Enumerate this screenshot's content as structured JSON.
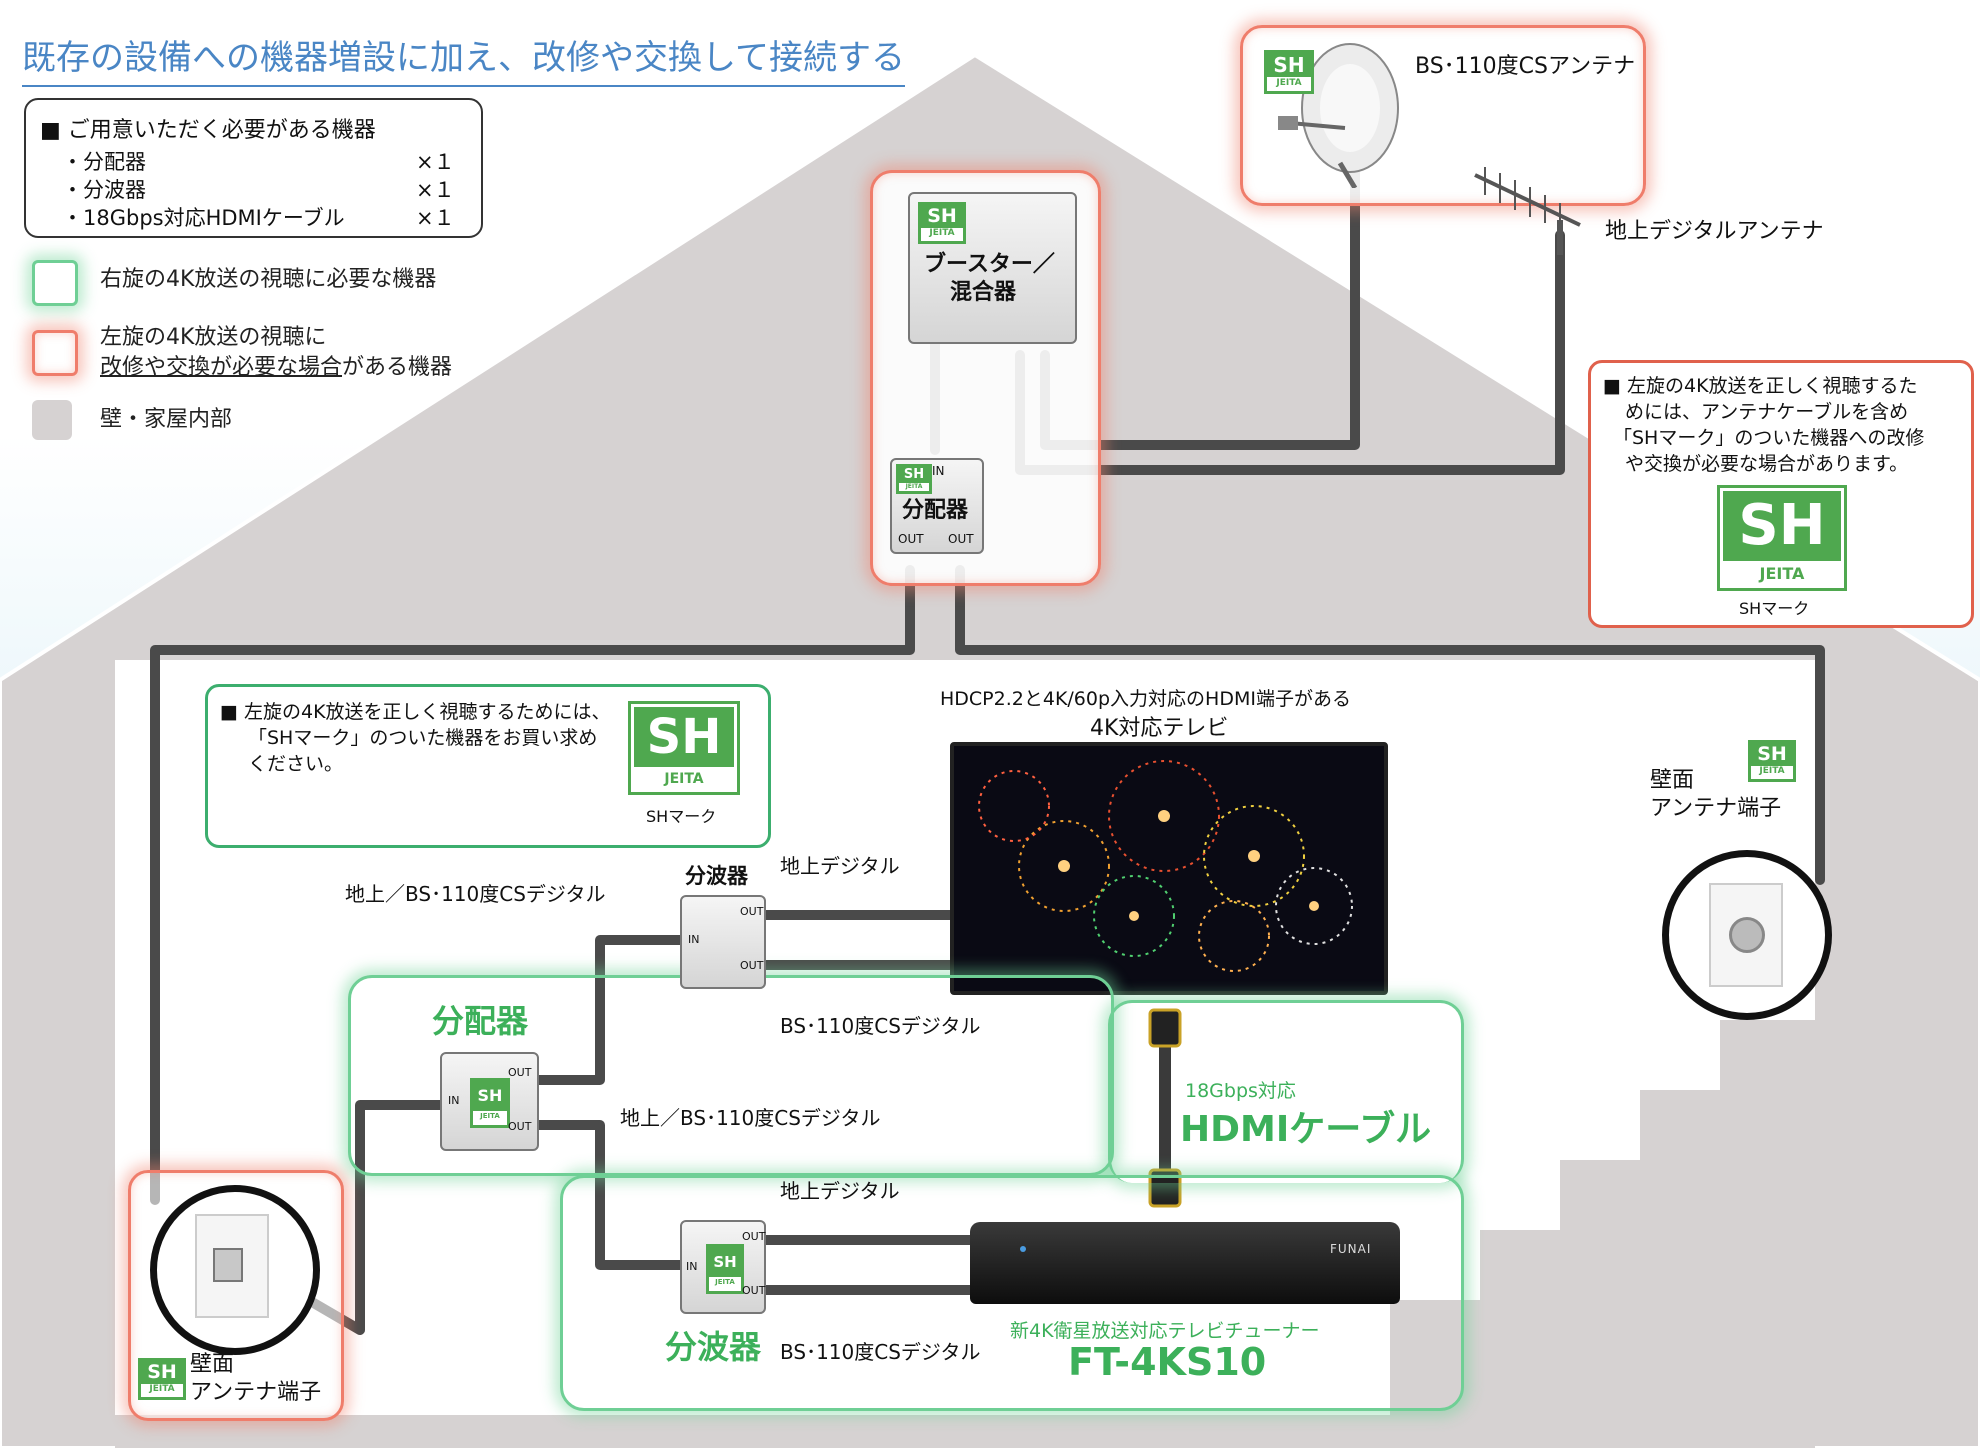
{
  "title": "既存の設備への機器増設に加え、改修や交換して接続する",
  "required": {
    "heading": "■ ご用意いただく必要がある機器",
    "items": [
      {
        "name": "・分配器",
        "qty": "×１"
      },
      {
        "name": "・分波器",
        "qty": "×１"
      },
      {
        "name": "・18Gbps対応HDMIケーブル",
        "qty": "×１"
      }
    ]
  },
  "legend": {
    "green": "右旋の4K放送の視聴に必要な機器",
    "red_line1": "左旋の4K放送の視聴に",
    "red_line2_u": "改修や交換が必要な場合",
    "red_line2_rest": "がある機器",
    "gray": "壁・家屋内部"
  },
  "antenna": {
    "bs": "BS･110度CSアンテナ",
    "terrestrial": "地上デジタルアンテナ"
  },
  "booster": {
    "label1": "ブースター／",
    "label2": "混合器"
  },
  "attic_splitter": {
    "label": "分配器",
    "in": "IN",
    "out1": "OUT",
    "out2": "OUT"
  },
  "sh_note_right": {
    "text": [
      "■ 左旋の4K放送を正しく視聴するた",
      "めには、アンテナケーブルを含め",
      "「SHマーク」のついた機器への改修",
      "や交換が必要な場合があります。"
    ],
    "caption": "SHマーク"
  },
  "sh_note_left": {
    "text": [
      "■ 左旋の4K放送を正しく視聴するためには、",
      "「SHマーク」のついた機器をお買い求め",
      "ください。"
    ],
    "caption": "SHマーク"
  },
  "sh_mark": {
    "big": "SH",
    "small": "JEITA"
  },
  "tv": {
    "line1": "HDCP2.2と4K/60p入力対応のHDMI端子がある",
    "line2": "4K対応テレビ"
  },
  "wall_right": {
    "line1": "壁面",
    "line2": "アンテナ端子"
  },
  "wall_left": {
    "line1": "壁面",
    "line2": "アンテナ端子"
  },
  "diplexer_top": {
    "label": "分波器",
    "in": "IN",
    "out1": "OUT",
    "out2": "OUT"
  },
  "labels": {
    "terr_bs": "地上／BS･110度CSデジタル",
    "terr": "地上デジタル",
    "bs": "BS･110度CSデジタル"
  },
  "splitter_green": {
    "label": "分配器",
    "in": "IN",
    "out1": "OUT",
    "out2": "OUT"
  },
  "diplexer_green": {
    "label": "分波器",
    "in": "IN",
    "out1": "OUT",
    "out2": "OUT"
  },
  "hdmi": {
    "line1": "18Gbps対応",
    "line2": "HDMIケーブル"
  },
  "tuner": {
    "line1": "新4K衛星放送対応テレビチューナー",
    "line2": "FT-4KS10",
    "brand": "FUNAI"
  },
  "colors": {
    "accent_blue": "#4a86c5",
    "green": "#3cb05a",
    "red": "#ef7d6b",
    "wall": "#d6d2d2",
    "cable": "#4a4a4a"
  }
}
